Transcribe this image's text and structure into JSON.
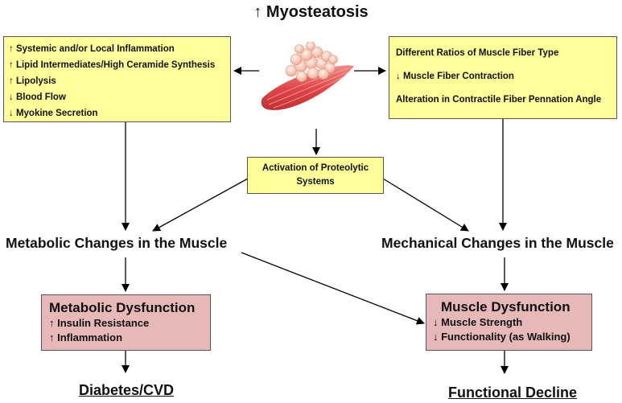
{
  "title": "↑ Myosteatosis",
  "left_box": {
    "items": [
      "↑ Systemic and/or Local Inflammation",
      "↑ Lipid Intermediates/High Ceramide Synthesis",
      "↑ Lipolysis",
      "↓ Blood Flow",
      "↓ Myokine Secretion"
    ]
  },
  "right_box": {
    "items": [
      "Different Ratios of Muscle Fiber Type",
      "↓ Muscle Fiber Contraction",
      "Alteration in Contractile Fiber Pennation Angle"
    ]
  },
  "proteolytic": {
    "line1": "Activation of Proteolytic",
    "line2": "Systems"
  },
  "metabolic_changes": "Metabolic Changes in the Muscle",
  "mechanical_changes": "Mechanical Changes in the Muscle",
  "metabolic_dysfunction": {
    "title": "Metabolic Dysfunction",
    "items": [
      "↑ Insulin Resistance",
      "↑ Inflammation"
    ]
  },
  "muscle_dysfunction": {
    "title": "Muscle Dysfunction",
    "items": [
      "↓ Muscle Strength",
      "↓ Functionality (as Walking)"
    ]
  },
  "outcome_left": "Diabetes/CVD",
  "outcome_right": "Functional Decline",
  "colors": {
    "yellow_box": "#ffff99",
    "pink_box": "#e6b8b7",
    "muscle": "#e0484a",
    "fat": "#f8c6b4"
  }
}
